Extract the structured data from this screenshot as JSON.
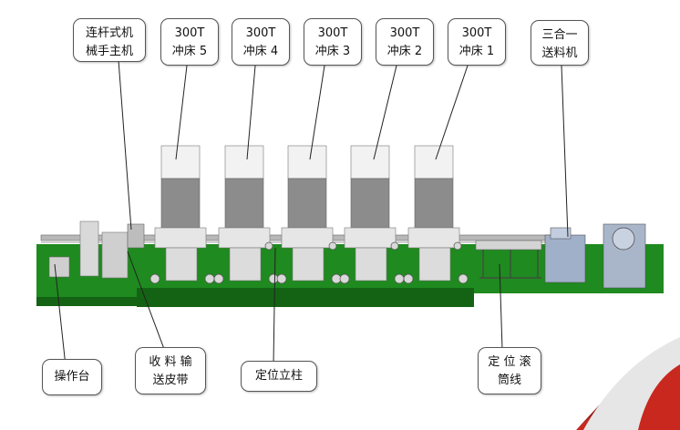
{
  "callouts": {
    "main_machine": {
      "line1": "连杆式机",
      "line2": "械手主机"
    },
    "press5": {
      "line1": "300T",
      "line2": "冲床 5"
    },
    "press4": {
      "line1": "300T",
      "line2": "冲床 4"
    },
    "press3": {
      "line1": "300T",
      "line2": "冲床 3"
    },
    "press2": {
      "line1": "300T",
      "line2": "冲床 2"
    },
    "press1": {
      "line1": "300T",
      "line2": "冲床 1"
    },
    "feeder": {
      "line1": "三合一",
      "line2": "送料机"
    },
    "console": {
      "line1": "操作台"
    },
    "conveyor": {
      "line1": "收 料 输",
      "line2": "送皮带"
    },
    "column": {
      "line1": "定位立柱"
    },
    "roller": {
      "line1": "定 位 滚",
      "line2": "筒线"
    }
  },
  "colors": {
    "base_green": "#1f8a1f",
    "base_green_dark": "#146314",
    "press_gray": "#8c8c8c",
    "press_body": "#e6e6e6",
    "corner_red": "#c8281e"
  }
}
